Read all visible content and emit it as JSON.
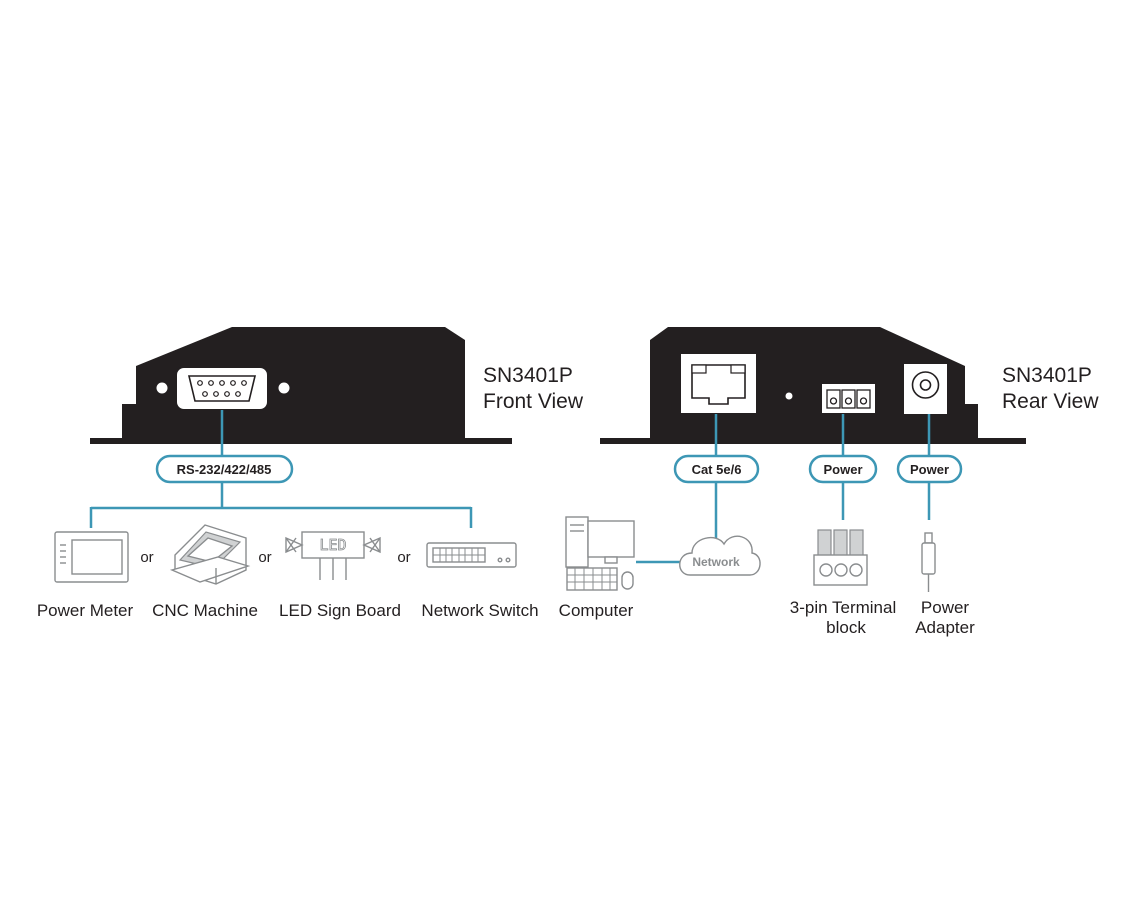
{
  "front": {
    "model": "SN3401P",
    "view": "Front View",
    "serial_label": "RS-232/422/485",
    "or_word": "or",
    "devices": [
      "Power Meter",
      "CNC Machine",
      "LED Sign Board",
      "Network Switch"
    ],
    "led_text": "LED"
  },
  "rear": {
    "model": "SN3401P",
    "view": "Rear View",
    "lan_label": "Cat 5e/6",
    "power_label_1": "Power",
    "power_label_2": "Power",
    "network_label": "Network",
    "computer": "Computer",
    "terminal_line1": "3-pin Terminal",
    "terminal_line2": "block",
    "adapter_line1": "Power",
    "adapter_line2": "Adapter"
  },
  "colors": {
    "connector": "#3d97b5",
    "device_body": "#231f20",
    "peripheral": "#8a8d8f"
  }
}
